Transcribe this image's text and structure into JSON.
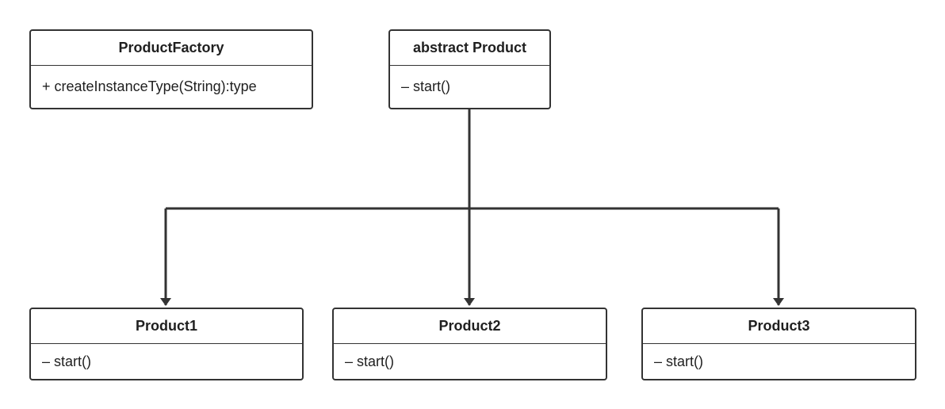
{
  "classes": {
    "factory": {
      "name": "ProductFactory",
      "members": [
        "+ createInstanceType(String):type"
      ]
    },
    "product": {
      "name": "abstract Product",
      "members": [
        "– start()"
      ]
    },
    "product1": {
      "name": "Product1",
      "members": [
        "– start()"
      ]
    },
    "product2": {
      "name": "Product2",
      "members": [
        "– start()"
      ]
    },
    "product3": {
      "name": "Product3",
      "members": [
        "– start()"
      ]
    }
  },
  "colors": {
    "stroke": "#333333",
    "background": "#ffffff",
    "text": "#1f1f1f"
  }
}
